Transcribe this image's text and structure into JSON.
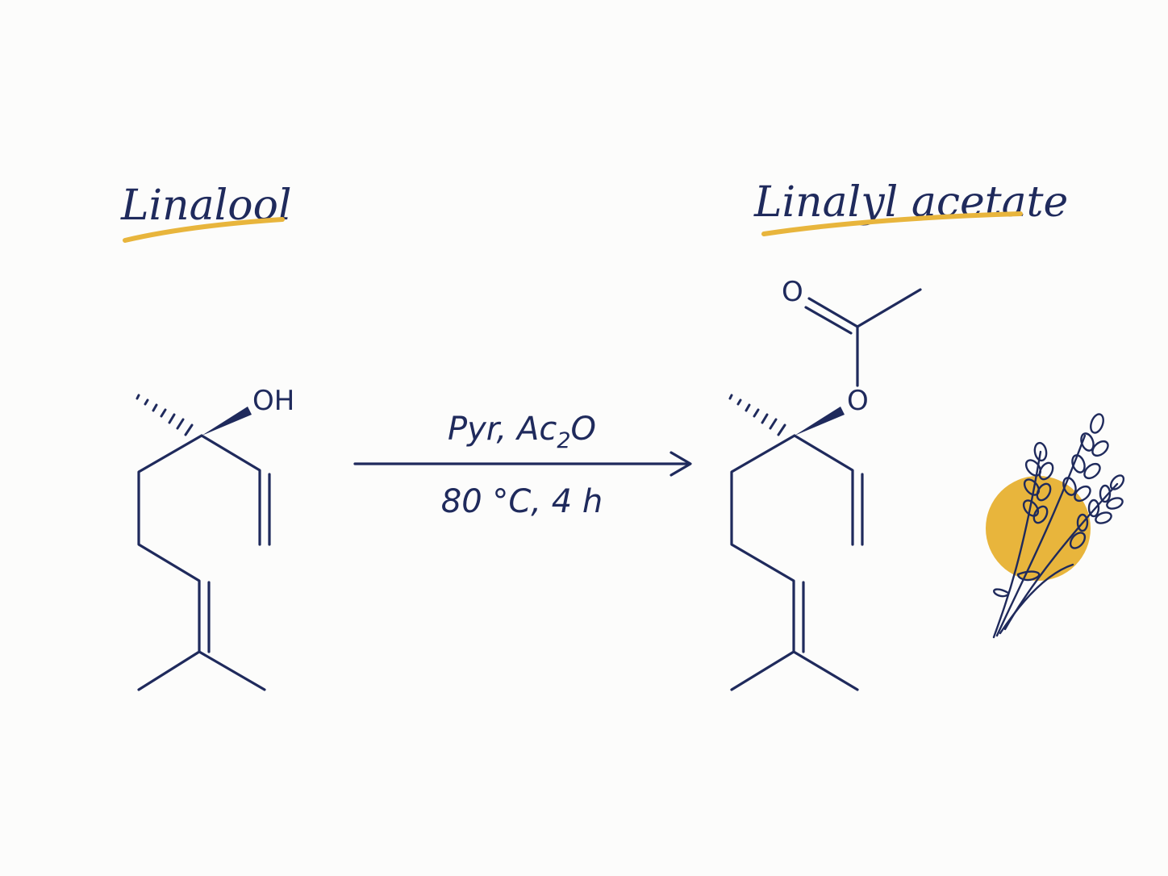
{
  "reactant": {
    "name": "Linalool",
    "oh_label": "OH"
  },
  "product": {
    "name": "Linalyl acetate",
    "o_carbonyl_label": "O",
    "o_ester_label": "O"
  },
  "conditions": {
    "reagents_main": "Pyr, Ac",
    "reagents_sub": "2",
    "reagents_tail": "O",
    "line2": "80 °C, 4 h"
  },
  "colors": {
    "ink": "#1f2a5c",
    "accent": "#e8b53c",
    "background": "#fcfcfb"
  },
  "decoration": {
    "icon": "lavender-sprig-icon"
  }
}
